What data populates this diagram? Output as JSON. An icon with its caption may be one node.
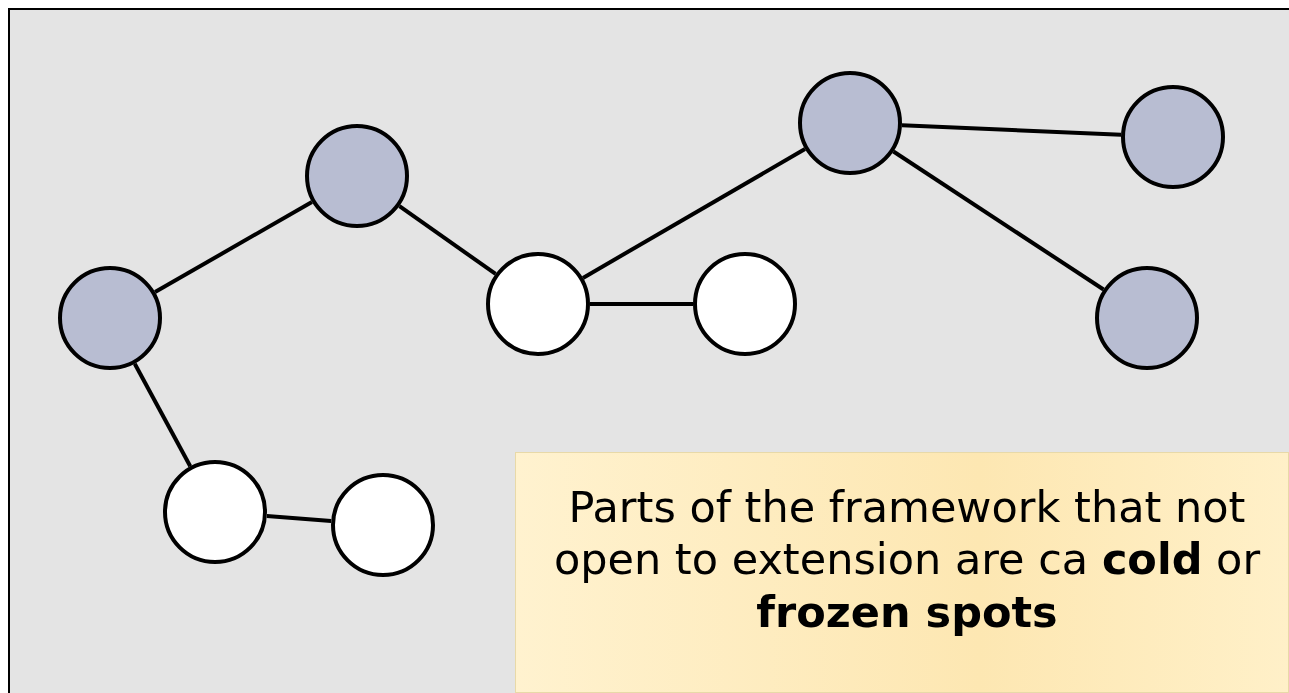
{
  "diagram": {
    "nodes": [
      {
        "text": [],
        "shape": "circle"
      },
      {
        "text": [],
        "shape": "circle"
      },
      {
        "text": [],
        "shape": "circle"
      },
      {
        "text": [],
        "shape": "circle"
      },
      {
        "text": [],
        "shape": "circle"
      },
      {
        "text": [],
        "shape": "circle"
      },
      {
        "text": [],
        "shape": "circle"
      },
      {
        "text": [],
        "shape": "circle"
      },
      {
        "text": [],
        "shape": "circle"
      },
      {
        "text": [
          "Parts of the framework that not open to extension are ca **cold** or **frozen spots**"
        ]
      }
    ],
    "edges": [
      {
        "from": 0,
        "to": 1,
        "arrow": "none"
      },
      {
        "from": 1,
        "to": 2,
        "arrow": "none"
      },
      {
        "from": 2,
        "to": 4,
        "arrow": "none"
      },
      {
        "from": 2,
        "to": 3,
        "arrow": "none"
      },
      {
        "from": 4,
        "to": 5,
        "arrow": "none"
      },
      {
        "from": 4,
        "to": 6,
        "arrow": "none"
      },
      {
        "from": 0,
        "to": 7,
        "arrow": "none"
      },
      {
        "from": 7,
        "to": 8,
        "arrow": "none"
      }
    ]
  }
}
